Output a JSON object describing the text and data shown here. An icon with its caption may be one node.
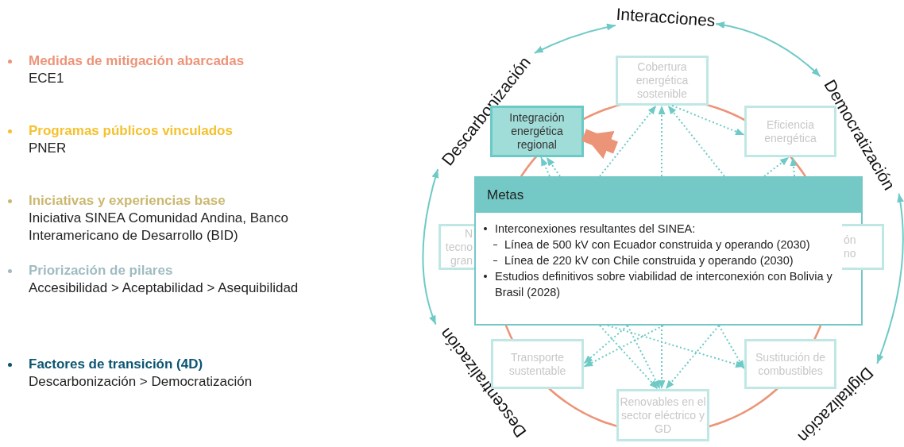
{
  "diagram": {
    "nodes": [
      {
        "text": [
          "Descarbonización"
        ]
      },
      {
        "text": [
          "Interacciones"
        ]
      },
      {
        "text": [
          "Democratización"
        ]
      },
      {
        "text": [
          "Cobertura energética sostenible"
        ]
      },
      {
        "text": [
          "Integración energética regional"
        ]
      },
      {
        "text": [
          "Eficiencia energética"
        ]
      },
      {
        "text": [
          "Metas",
          "Interconexiones resultantes del SINEA:",
          "Línea de 500 kV con Ecuador construida y operando (2030)",
          "Línea de 220 kV con Chile construida y operando (2030)",
          "Estudios definitivos sobre viabilidad de interconexión con Bolivia y Brasil (2028)"
        ]
      },
      {
        "text": [
          "N tecno gran"
        ]
      },
      {
        "text": [
          "ón no"
        ]
      },
      {
        "text": [
          "Descentralización"
        ]
      },
      {
        "text": [
          "Transporte sustentable"
        ]
      },
      {
        "text": [
          "Sustitución de combustibles"
        ]
      },
      {
        "text": [
          "Digitalización"
        ]
      },
      {
        "text": [
          "Renovables en el sector eléctrico y GD"
        ]
      }
    ],
    "edges": [
      {
        "from": 0,
        "to": 1,
        "arrow": "both"
      },
      {
        "from": 1,
        "to": 2,
        "arrow": "both"
      },
      {
        "from": 2,
        "to": 12,
        "arrow": "both"
      },
      {
        "from": 9,
        "to": 0,
        "arrow": "both"
      },
      {
        "from": null,
        "to": 4,
        "arrow": "to",
        "style": "thick",
        "color": "#ec9478"
      },
      {
        "from": 3,
        "to": 5,
        "arrow": "to",
        "style": "dashed"
      },
      {
        "from": 6,
        "to": 4,
        "arrow": "to",
        "style": "dashed"
      },
      {
        "from": 6,
        "to": 4,
        "arrow": "to",
        "style": "dashed"
      },
      {
        "from": 6,
        "to": 3,
        "arrow": "to",
        "style": "dashed"
      },
      {
        "from": 6,
        "to": 3,
        "arrow": "to",
        "style": "dashed"
      },
      {
        "from": 6,
        "to": 3,
        "arrow": "to",
        "style": "dashed"
      },
      {
        "from": 6,
        "to": 5,
        "arrow": "to",
        "style": "dashed"
      },
      {
        "from": 6,
        "to": 5,
        "arrow": "to",
        "style": "dashed"
      },
      {
        "from": 6,
        "to": 10,
        "arrow": "to",
        "style": "dashed"
      },
      {
        "from": 6,
        "to": 10,
        "arrow": "to",
        "style": "dashed"
      },
      {
        "from": 6,
        "to": 13,
        "arrow": "to",
        "style": "dashed"
      },
      {
        "from": 6,
        "to": 13,
        "arrow": "to",
        "style": "dashed"
      },
      {
        "from": 6,
        "to": 13,
        "arrow": "to",
        "style": "dashed"
      },
      {
        "from": 6,
        "to": 13,
        "arrow": "to",
        "style": "dashed"
      },
      {
        "from": 6,
        "to": 11,
        "arrow": "to",
        "style": "dashed"
      },
      {
        "from": 6,
        "to": 11,
        "arrow": "to",
        "style": "dashed"
      }
    ],
    "labels": [
      "Medidas de mitigación abarcadas",
      "ECE1",
      "Programas públicos vinculados",
      "PNER",
      "Iniciativas y experiencias base",
      "Iniciativa SINEA Comunidad Andina, Banco Interamericano de Desarrollo (BID)",
      "Priorización de pilares",
      "Accesibilidad > Aceptabilidad > Asequibilidad",
      "Factores de transición (4D)",
      "Descarbonización > Democratización"
    ]
  }
}
